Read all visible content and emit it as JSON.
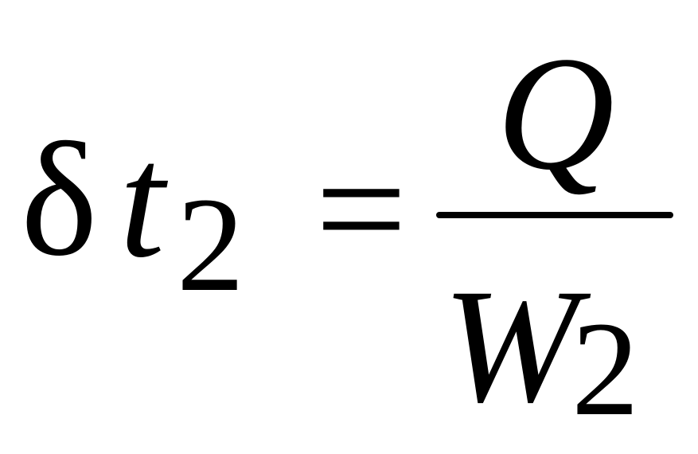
{
  "equation": {
    "lhs": {
      "delta": "δ",
      "variable": "t",
      "subscript": "2"
    },
    "operator": "=",
    "rhs": {
      "numerator": "Q",
      "denominator": {
        "variable": "W",
        "subscript": "2"
      }
    }
  }
}
